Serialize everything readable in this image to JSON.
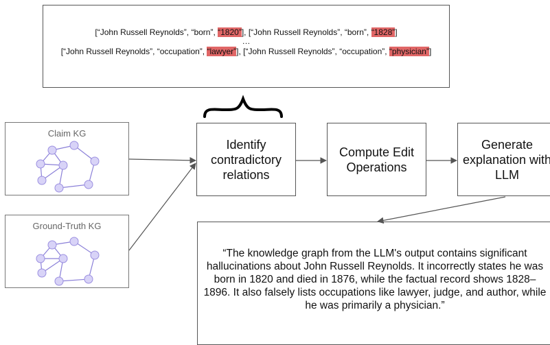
{
  "triples": {
    "row1": [
      {
        "pre": "[“John Russell Reynolds”, “born”, ",
        "hl": "“1820”",
        "post": "]"
      },
      {
        "pre": ", [“John Russell Reynolds”, “born”, ",
        "hl": "“1828”",
        "post": "]"
      }
    ],
    "ellipsis": "…",
    "row2": [
      {
        "pre": "[“John Russell Reynolds”, “occupation”, ",
        "hl": "“lawyer”",
        "post": "]"
      },
      {
        "pre": ", [“John Russell Reynolds”, “occupation”, ",
        "hl": "“physician”",
        "post": "]"
      }
    ]
  },
  "claim_kg": {
    "title": "Claim KG"
  },
  "ground_truth_kg": {
    "title": "Ground-Truth KG"
  },
  "steps": {
    "identify": "Identify contradictory relations",
    "compute": "Compute Edit Operations",
    "generate": "Generate explanation with LLM"
  },
  "explanation": "“The knowledge graph from the LLM's output contains significant hallucinations about John Russell Reynolds. It incorrectly states he was born in 1820 and died in 1876, while the factual record shows 1828–1896. It also falsely lists occupations like lawyer, judge, and author, while he was primarily a physician.”",
  "colors": {
    "highlight": "#e06666",
    "node": "#9b8fe0",
    "edge": "#8a7fd8",
    "arrow": "#555555"
  }
}
